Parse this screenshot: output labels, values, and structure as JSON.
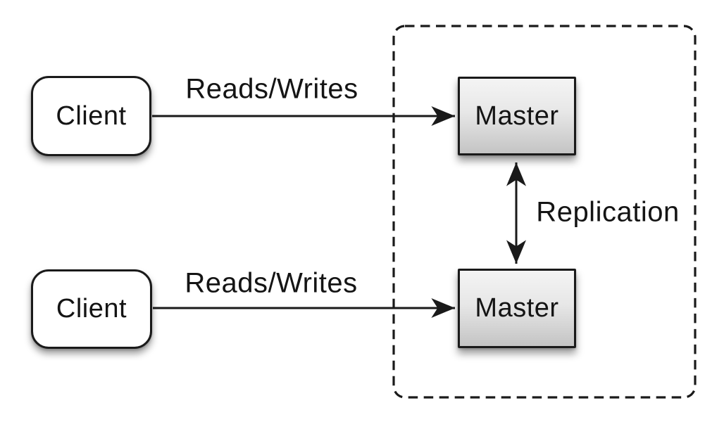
{
  "diagram": {
    "clients": [
      {
        "label": "Client"
      },
      {
        "label": "Client"
      }
    ],
    "masters": [
      {
        "label": "Master"
      },
      {
        "label": "Master"
      }
    ],
    "edges": [
      {
        "id": "client1-master1",
        "label": "Reads/Writes",
        "direction": "right"
      },
      {
        "id": "client2-master2",
        "label": "Reads/Writes",
        "direction": "right"
      },
      {
        "id": "master1-master2",
        "label": "Replication",
        "direction": "bidirectional"
      }
    ],
    "colors": {
      "background": "#ffffff",
      "stroke": "#1a1a1a",
      "text": "#141414",
      "client_fill": "#ffffff",
      "master_fill_top": "#f4f4f4",
      "master_fill_bottom": "#c4c4c4"
    }
  }
}
